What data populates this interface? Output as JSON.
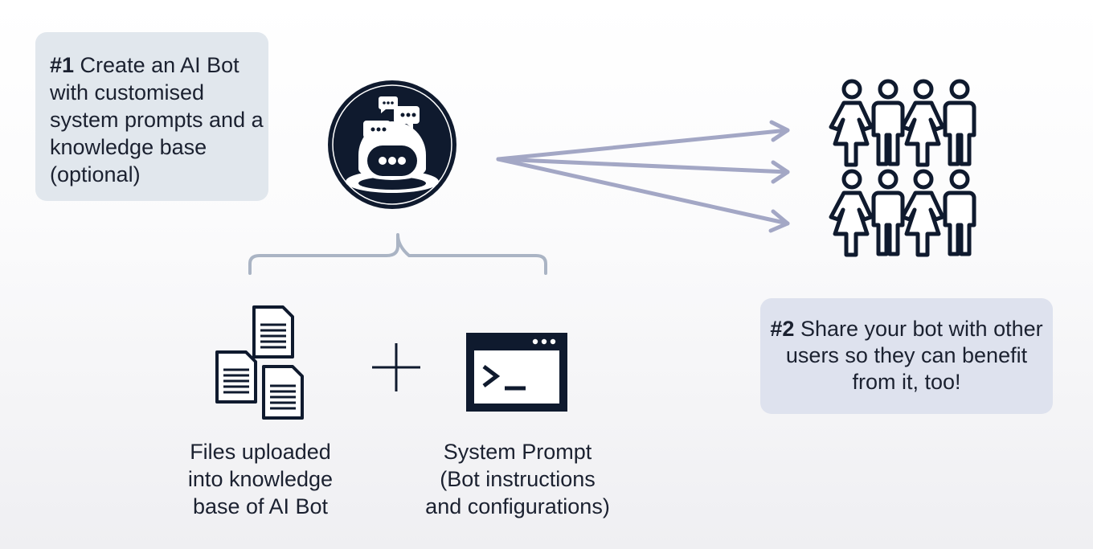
{
  "step1": {
    "number": "#1",
    "text": " Create an AI Bot with customised system prompts and a knowledge base (optional)"
  },
  "step2": {
    "number": "#2",
    "text": " Share your bot with other users so they can benefit from it, too!"
  },
  "files_caption": {
    "line1": "Files uploaded",
    "line2": "into knowledge",
    "line3": "base of AI Bot"
  },
  "prompt_caption": {
    "line1": "System Prompt",
    "line2": "(Bot instructions",
    "line3": "and configurations)"
  },
  "plus": "+",
  "icons": [
    "ai-bot-icon",
    "files-icon",
    "terminal-window-icon",
    "user-group-icon"
  ],
  "colors": {
    "navy": "#0f1a2e",
    "arrow": "#a3a7c5",
    "brace": "#aab4c4",
    "callout1": "#e1e7ed",
    "callout2": "#dee2ee"
  }
}
